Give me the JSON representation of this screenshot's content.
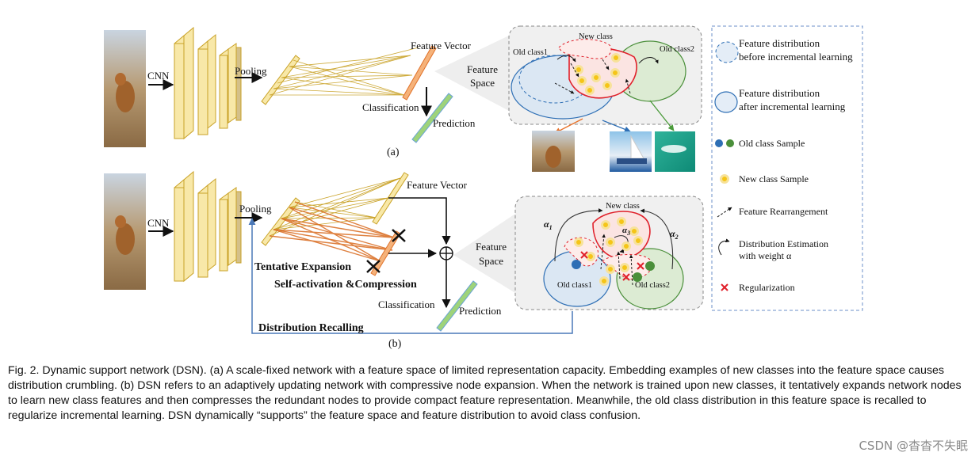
{
  "labels": {
    "cnn": "CNN",
    "pooling": "Pooling",
    "feature_vector": "Feature Vector",
    "feature_space": [
      "Feature",
      "Space"
    ],
    "classification": "Classification",
    "prediction": "Prediction",
    "new_class": "New class",
    "old_class1": "Old class1",
    "old_class2": "Old class2",
    "panel_a": "(a)",
    "panel_b": "(b)",
    "tentative_expansion": "Tentative Expansion",
    "self_activation": "Self-activation &Compression",
    "distribution_recalling": "Distribution Recalling",
    "alpha1": "α",
    "alpha1_sub": "1",
    "alpha2": "α",
    "alpha2_sub": "2",
    "alpha3": "α",
    "alpha3_sub": "3"
  },
  "legend": {
    "before": [
      "Feature distribution",
      "before incremental learning"
    ],
    "after": [
      "Feature distribution",
      "after incremental learning"
    ],
    "old_sample": "Old class Sample",
    "new_sample": "New class Sample",
    "rearrangement": "Feature Rearrangement",
    "estimation": [
      "Distribution Estimation",
      "with weight α"
    ],
    "regularization": "Regularization"
  },
  "colors": {
    "feature_fill": "#f8e8a8",
    "feature_stroke": "#c9a227",
    "blue_class": "#2e6fb5",
    "green_class": "#4a8f3a",
    "red": "#e0202a",
    "new_sample": "#f5c518",
    "recall_line": "#4a78b8"
  },
  "caption": "Fig. 2. Dynamic support network (DSN). (a) A scale-fixed network with a feature space of limited representation capacity. Embedding examples of new classes into the feature space causes distribution crumbling. (b) DSN refers to an adaptively updating network with compressive node expansion. When the network is trained upon new classes, it tentatively expands network nodes to learn new class features and then compresses the redundant nodes to provide compact feature representation. Meanwhile, the old class distribution in this feature space is recalled to regularize incremental learning. DSN dynamically “supports” the feature space and feature distribution to avoid class confusion.",
  "watermark": "CSDN @杳杳不失眠"
}
